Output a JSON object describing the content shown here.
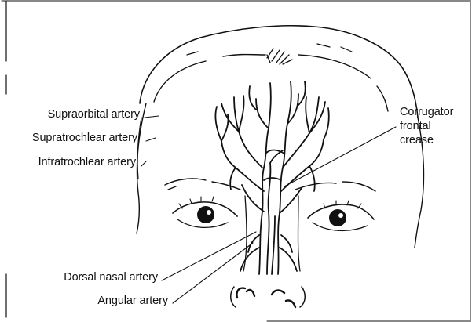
{
  "labels": {
    "supraorbital": "Supraorbital artery",
    "supratrochlear": "Supratrochlear artery",
    "infratrochlear": "Infratrochlear artery",
    "corrugator_line1": "Corrugator",
    "corrugator_line2": "frontal",
    "corrugator_line3": "crease",
    "dorsal_nasal": "Dorsal nasal artery",
    "angular": "Angular artery"
  },
  "colors": {
    "ink": "#111111",
    "background": "#ffffff"
  }
}
